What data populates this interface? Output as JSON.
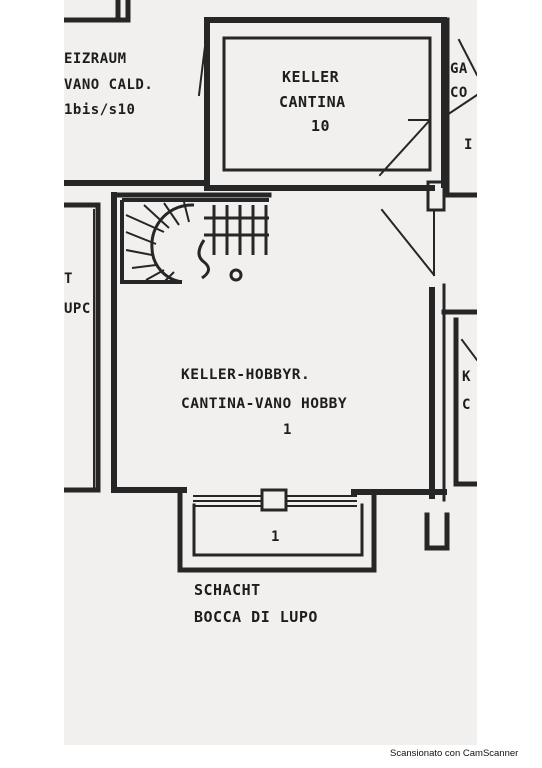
{
  "rooms": {
    "heizraum": {
      "line1": "EIZRAUM",
      "line2": "VANO CALD.",
      "line3": "1bis/s10"
    },
    "keller": {
      "line1": "KELLER",
      "line2": "CANTINA",
      "line3": "10"
    },
    "garage": {
      "line1": "GA",
      "line2": "CO",
      "line3": "I"
    },
    "hobby": {
      "line1": "KELLER-HOBBYR.",
      "line2": "CANTINA-VANO HOBBY",
      "line3": "1"
    },
    "left_room": {
      "line1": "T",
      "line2": "UPC"
    },
    "right_room": {
      "line1": "K",
      "line2": "C"
    },
    "shaft_number": "1",
    "schacht": {
      "line1": "SCHACHT",
      "line2": "BOCCA DI LUPO"
    }
  },
  "colors": {
    "wall": "#262626",
    "paper": "#f1f0ef"
  },
  "footer": {
    "scanner_text": "Scansionato con CamScanner"
  }
}
